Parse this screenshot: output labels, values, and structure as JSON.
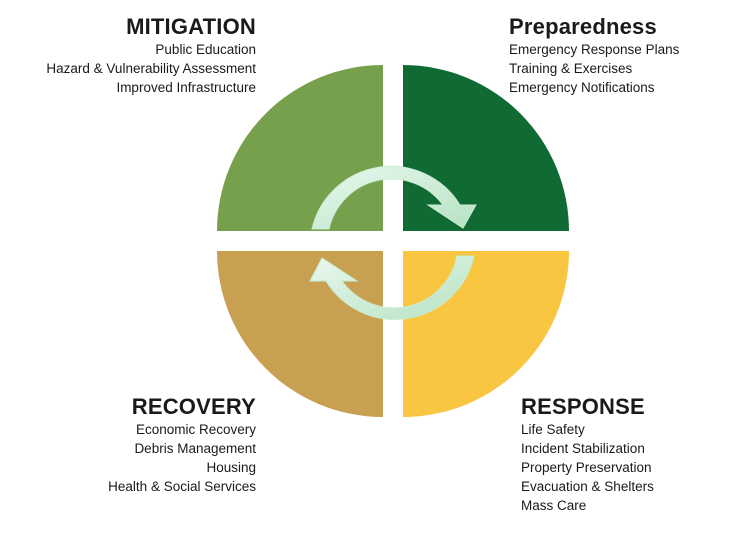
{
  "quadrants": {
    "mitigation": {
      "title": "MITIGATION",
      "items": [
        "Public Education",
        "Hazard & Vulnerability Assessment",
        "Improved Infrastructure"
      ],
      "color": "#76a04b"
    },
    "preparedness": {
      "title": "Preparedness",
      "items": [
        "Emergency Response Plans",
        "Training & Exercises",
        "Emergency Notifications"
      ],
      "color": "#0f6a34"
    },
    "recovery": {
      "title": "RECOVERY",
      "items": [
        "Economic Recovery",
        "Debris Management",
        "Housing",
        "Health & Social Services"
      ],
      "color": "#c8a052"
    },
    "response": {
      "title": "RESPONSE",
      "items": [
        "Life Safety",
        "Incident Stabilization",
        "Property Preservation",
        "Evacuation & Shelters",
        "Mass Care"
      ],
      "color": "#f8c641"
    }
  },
  "cycle_arrow_color": "#c9ecd3"
}
